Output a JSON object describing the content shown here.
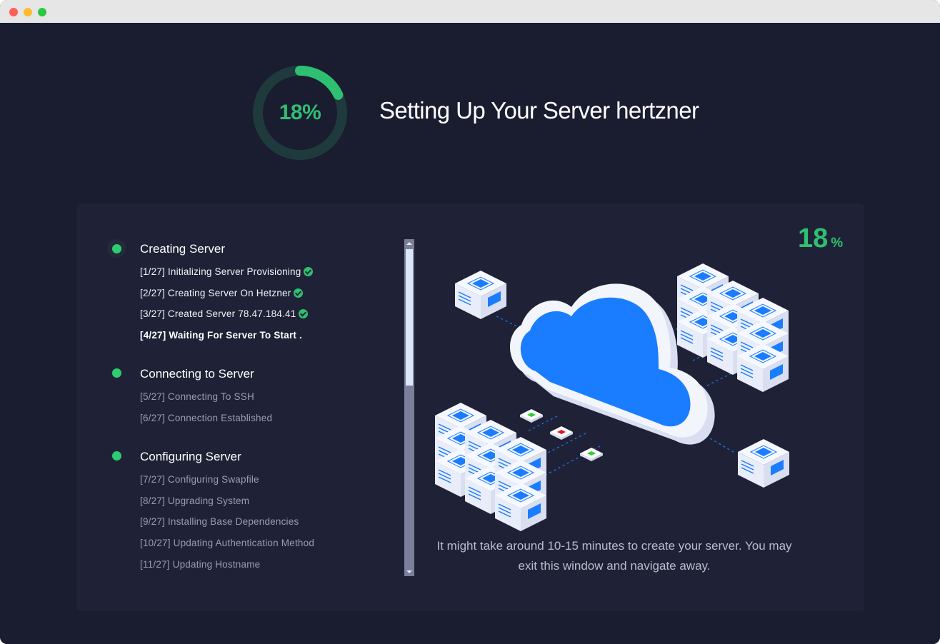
{
  "window": {
    "traffic_lights": [
      "close",
      "minimize",
      "zoom"
    ]
  },
  "header": {
    "progress_percent": 18,
    "progress_label": "18%",
    "title": "Setting Up Your Server hertzner"
  },
  "colors": {
    "accent_green": "#2fbf71",
    "ring_track": "#1f3a3d",
    "background": "#1a1c30",
    "card": "#1f2236",
    "illustration_blue": "#1a7cff"
  },
  "steps_panel": {
    "groups": [
      {
        "title": "Creating Server",
        "steps": [
          {
            "label": "[1/27] Initializing Server Provisioning",
            "status": "done"
          },
          {
            "label": "[2/27] Creating Server On Hetzner",
            "status": "done"
          },
          {
            "label": "[3/27] Created Server 78.47.184.41",
            "status": "done"
          },
          {
            "label": "[4/27] Waiting For Server To Start .",
            "status": "active"
          }
        ]
      },
      {
        "title": "Connecting to Server",
        "steps": [
          {
            "label": "[5/27] Connecting To SSH",
            "status": "pending"
          },
          {
            "label": "[6/27] Connection Established",
            "status": "pending"
          }
        ]
      },
      {
        "title": "Configuring Server",
        "steps": [
          {
            "label": "[7/27] Configuring Swapfile",
            "status": "pending"
          },
          {
            "label": "[8/27] Upgrading System",
            "status": "pending"
          },
          {
            "label": "[9/27] Installing Base Dependencies",
            "status": "pending"
          },
          {
            "label": "[10/27] Updating Authentication Method",
            "status": "pending"
          },
          {
            "label": "[11/27] Updating Hostname",
            "status": "pending"
          }
        ]
      }
    ]
  },
  "right_panel": {
    "percent_number": "18",
    "percent_symbol": "%",
    "illustration": "cloud-servers-illustration",
    "note": "It might take around 10-15 minutes to create your server. You may exit this window and navigate away."
  }
}
